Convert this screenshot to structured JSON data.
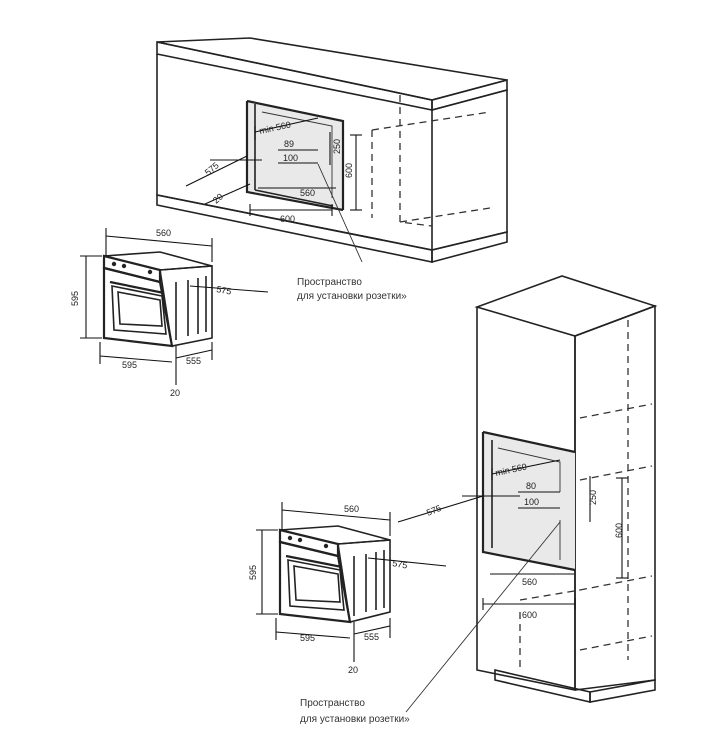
{
  "top_install": {
    "dims": {
      "min_width": "min 560",
      "gap_89": "89",
      "gap_100": "100",
      "h_250": "250",
      "h_600": "600",
      "d_575": "575",
      "d_20": "20",
      "w_560": "560",
      "w_600": "600"
    },
    "socket_note_line1": "Пространство",
    "socket_note_line2": "для установки розетки»"
  },
  "top_oven": {
    "dims": {
      "width_top": "560",
      "height": "595",
      "depth": "575",
      "width_bottom": "595",
      "depth_bottom": "555",
      "front": "20"
    }
  },
  "bottom_install": {
    "dims": {
      "min_width": "min 560",
      "gap_80": "80",
      "gap_100": "100",
      "h_250": "250",
      "h_600": "600",
      "d_575": "575",
      "w_560": "560",
      "w_600": "600"
    },
    "socket_note_line1": "Пространство",
    "socket_note_line2": "для установки розетки»"
  },
  "bottom_oven": {
    "dims": {
      "width_top": "560",
      "height": "595",
      "depth": "575",
      "width_bottom": "595",
      "depth_bottom": "555",
      "front": "20"
    }
  }
}
